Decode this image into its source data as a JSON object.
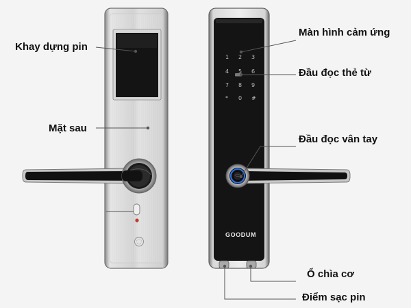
{
  "labels": {
    "battery_tray": "Khay dựng pin",
    "back_side": "Mặt sau",
    "touch_screen": "Màn hình cảm ứng",
    "card_reader": "Đầu đọc thẻ từ",
    "fingerprint_reader": "Đầu đọc vân tay",
    "key_hole": "Ổ chìa cơ",
    "charging_point": "Điểm sạc pin"
  },
  "brand": "GOODUM",
  "keypad": [
    "1",
    "2",
    "3",
    "4",
    "5",
    "6",
    "7",
    "8",
    "9",
    "*",
    "0",
    "#"
  ],
  "colors": {
    "background": "#f4f4f4",
    "leader_line": "#555555",
    "panel_black": "#141414",
    "keypad_digit": "#bfbfbf",
    "fingerprint_ring": "#2f6fdb",
    "indicator_red": "#c0392b"
  }
}
